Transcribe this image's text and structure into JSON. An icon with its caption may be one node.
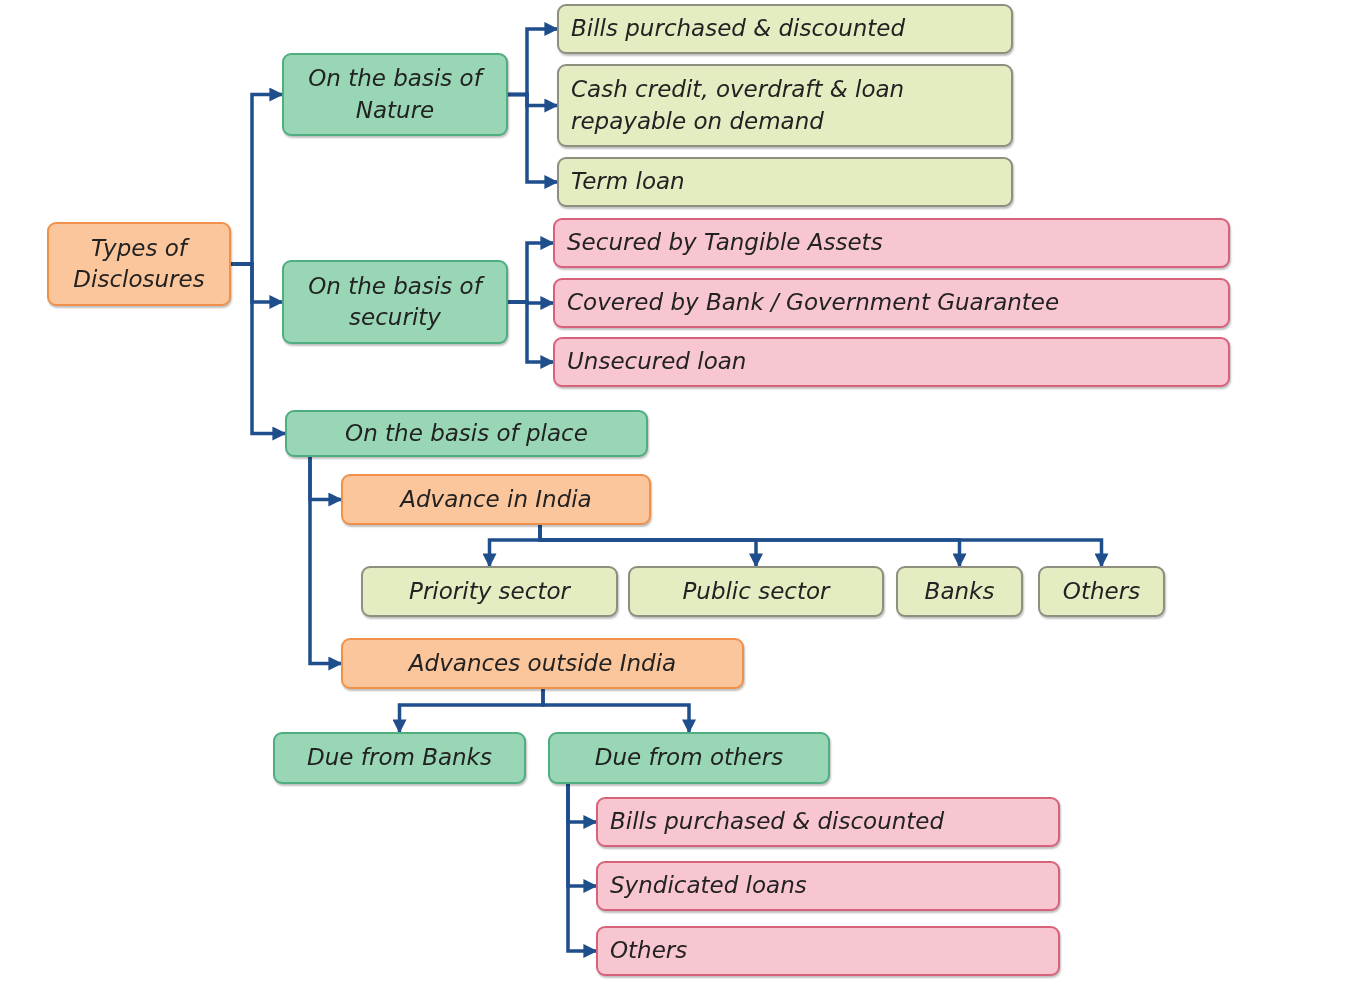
{
  "diagram": {
    "nodes": [
      {
        "text": [
          "Types of Disclosures"
        ]
      },
      {
        "text": [
          "On the basis of Nature"
        ]
      },
      {
        "text": [
          "Bills purchased & discounted"
        ]
      },
      {
        "text": [
          "Cash credit, overdraft & loan repayable on demand"
        ]
      },
      {
        "text": [
          "Term loan"
        ]
      },
      {
        "text": [
          "On the basis of security"
        ]
      },
      {
        "text": [
          "Secured by Tangible Assets"
        ]
      },
      {
        "text": [
          "Covered by Bank / Government Guarantee"
        ]
      },
      {
        "text": [
          "Unsecured loan"
        ]
      },
      {
        "text": [
          "On the basis of place"
        ]
      },
      {
        "text": [
          "Advance in India"
        ]
      },
      {
        "text": [
          "Priority sector"
        ]
      },
      {
        "text": [
          "Public sector"
        ]
      },
      {
        "text": [
          "Banks"
        ]
      },
      {
        "text": [
          "Others"
        ]
      },
      {
        "text": [
          "Advances outside India"
        ]
      },
      {
        "text": [
          "Due from Banks"
        ]
      },
      {
        "text": [
          "Due from others"
        ]
      },
      {
        "text": [
          "Bills purchased & discounted"
        ]
      },
      {
        "text": [
          "Syndicated loans"
        ]
      },
      {
        "text": [
          "Others"
        ]
      }
    ],
    "edges": [
      {
        "from": 0,
        "to": 1,
        "arrow": "to"
      },
      {
        "from": 0,
        "to": 5,
        "arrow": "to"
      },
      {
        "from": 0,
        "to": 9,
        "arrow": "to"
      },
      {
        "from": 1,
        "to": 2,
        "arrow": "to"
      },
      {
        "from": 1,
        "to": 3,
        "arrow": "to"
      },
      {
        "from": 1,
        "to": 4,
        "arrow": "to"
      },
      {
        "from": 5,
        "to": 6,
        "arrow": "to"
      },
      {
        "from": 5,
        "to": 7,
        "arrow": "to"
      },
      {
        "from": 5,
        "to": 8,
        "arrow": "to"
      },
      {
        "from": 9,
        "to": 10,
        "arrow": "to"
      },
      {
        "from": 9,
        "to": 15,
        "arrow": "to"
      },
      {
        "from": 10,
        "to": 11,
        "arrow": "to"
      },
      {
        "from": 10,
        "to": 12,
        "arrow": "to"
      },
      {
        "from": 10,
        "to": 13,
        "arrow": "to"
      },
      {
        "from": 10,
        "to": 14,
        "arrow": "to"
      },
      {
        "from": 15,
        "to": 16,
        "arrow": "to"
      },
      {
        "from": 15,
        "to": 17,
        "arrow": "to"
      },
      {
        "from": 17,
        "to": 18,
        "arrow": "to"
      },
      {
        "from": 17,
        "to": 19,
        "arrow": "to"
      },
      {
        "from": 17,
        "to": 20,
        "arrow": "to"
      }
    ]
  }
}
